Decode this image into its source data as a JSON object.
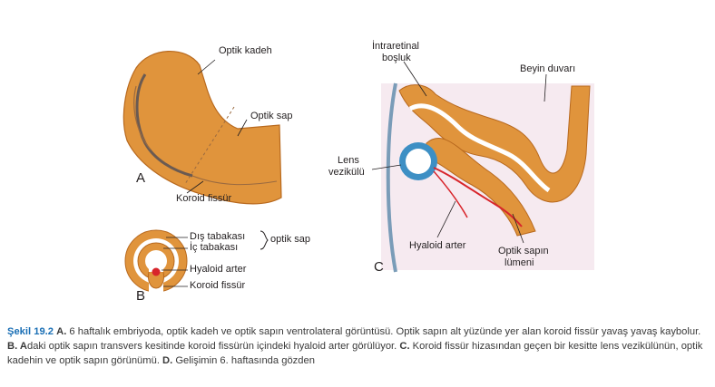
{
  "figure": {
    "panels": {
      "a": "A",
      "b": "B",
      "c": "C"
    },
    "labels": {
      "optik_kadeh": "Optik kadeh",
      "optik_sap_a": "Optik sap",
      "koroid_fissur_a": "Koroid fissür",
      "dis_tabakasi": "Dış tabakası",
      "ic_tabakasi": "İç tabakası",
      "optik_sap_b": "optik sap",
      "hyaloid_arter_b": "Hyaloid arter",
      "koroid_fissur_b": "Koroid fissür",
      "intraretinal_1": "İntraretinal",
      "intraretinal_2": "boşluk",
      "beyin_duvari": "Beyin duvarı",
      "lens_1": "Lens",
      "lens_2": "vezikülü",
      "hyaloid_arter_c": "Hyaloid arter",
      "lumen_1": "Optik sapın",
      "lumen_2": "lümeni"
    },
    "colors": {
      "tissue": "#e0943c",
      "tissue_dark": "#b8691e",
      "vessel": "#d8252b",
      "lens_blue": "#3d8fc4",
      "background_c": "#f6eaf0"
    }
  },
  "caption": {
    "label": "Şekil 19.2",
    "a_letter": "A.",
    "a_text": " 6 haftalık embriyoda, optik kadeh ve optik sapın ventrolateral görüntüsü. Optik sapın alt yüzünde yer alan koroid fissür yavaş yavaş kaybolur. ",
    "b_letter": "B. A",
    "b_text": "daki optik sapın transvers kesitinde koroid fissürün içindeki hyaloid arter görülüyor. ",
    "c_letter": "C.",
    "c_text": " Koroid fissür hizasından geçen bir kesitte lens vezikülünün, optik kadehin ve optik sapın görünümü. ",
    "d_letter": "D.",
    "d_text": " Gelişimin 6. haftasında gözden"
  }
}
